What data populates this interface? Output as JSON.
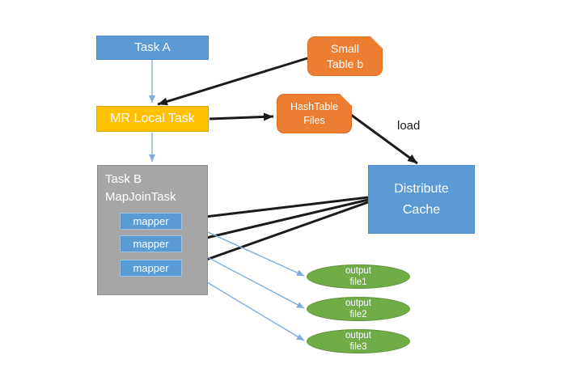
{
  "nodes": {
    "task_a": {
      "label": "Task A"
    },
    "mr_local_task": {
      "label": "MR Local Task"
    },
    "small_table_b": {
      "line1": "Small",
      "line2": "Table b"
    },
    "hashtable_files": {
      "line1": "HashTable",
      "line2": "Files"
    },
    "distribute_cache": {
      "line1": "Distribute",
      "line2": "Cache"
    },
    "task_b_group": {
      "line1": "Task B",
      "line2": "MapJoinTask"
    },
    "mappers": [
      "mapper",
      "mapper",
      "mapper"
    ],
    "outputs": [
      {
        "line1": "output",
        "line2": "file1"
      },
      {
        "line1": "output",
        "line2": "file2"
      },
      {
        "line1": "output",
        "line2": "file3"
      }
    ]
  },
  "labels": {
    "load": "load"
  },
  "colors": {
    "node_blue": "#5B9BD5",
    "node_yellow": "#FFC000",
    "node_orange": "#ED7D31",
    "node_gray": "#A6A6A6",
    "node_green": "#70AD47",
    "arrow_black": "#1B1B1B",
    "arrow_blue": "#7FACE0",
    "text_white": "#FFFFFF",
    "background": "#FFFFFF"
  }
}
